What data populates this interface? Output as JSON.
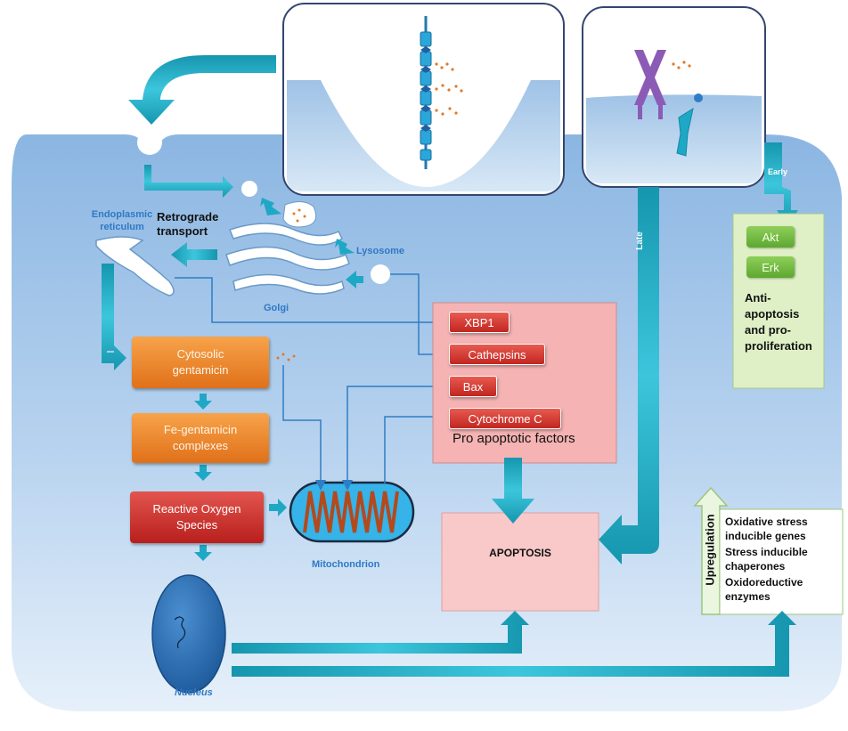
{
  "labels": {
    "endoplasmic_reticulum": "Endoplasmic reticulum",
    "retrograde_transport": "Retrograde transport",
    "lysosome": "Lysosome",
    "golgi": "Golgi",
    "mitochondrion": "Mitochondrion",
    "nucleus": "Nucleus",
    "late": "Late",
    "early": "Early",
    "upregulation": "Upregulation"
  },
  "pathway": {
    "cytosolic_gentamicin": "Cytosolic gentamicin",
    "fe_gentamicin": "Fe-gentamicin complexes",
    "ros": "Reactive Oxygen Species",
    "apoptosis": "APOPTOSIS"
  },
  "pro_apoptotic": {
    "title": "Pro apoptotic factors",
    "factors": [
      "XBP1",
      "Cathepsins",
      "Bax",
      "Cytochrome C"
    ]
  },
  "survival": {
    "kinases": [
      "Akt",
      "Erk"
    ],
    "text": "Anti-apoptosis and pro-proliferation"
  },
  "upregulated_genes": [
    "Oxidative stress inducible genes",
    "Stress inducible chaperones",
    "Oxidoreductive enzymes"
  ],
  "colors": {
    "cell": "#a9c9ea",
    "arrow": "#20a6c0",
    "pink_box": "#f7b4b4",
    "green_box": "#dff0c6",
    "nucleus": "#2d6fb4",
    "mito": "#35b2e6"
  }
}
